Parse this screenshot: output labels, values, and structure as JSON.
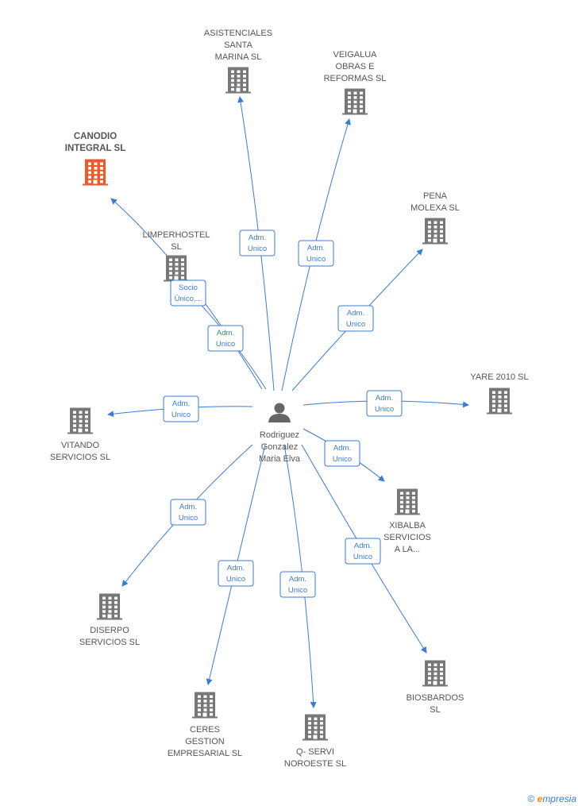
{
  "colors": {
    "edge": "#3a7bd5",
    "node": "#777777",
    "highlight": "#f05a28"
  },
  "center": {
    "lines": [
      "Rodriguez",
      "Gonzalez",
      "Maria Elva"
    ],
    "icon": "person-icon"
  },
  "nodes": [
    {
      "id": "asistenciales",
      "lines": [
        "ASISTENCIALES",
        "SANTA",
        "MARINA SL"
      ],
      "badge": [
        "Adm.",
        "Unico"
      ],
      "highlight": false
    },
    {
      "id": "veigalua",
      "lines": [
        "VEIGALUA",
        "OBRAS E",
        "REFORMAS SL"
      ],
      "badge": [
        "Adm.",
        "Unico"
      ],
      "highlight": false
    },
    {
      "id": "canodio",
      "lines": [
        "CANODIO",
        "INTEGRAL SL"
      ],
      "badge": [
        "Socio",
        "Único,..."
      ],
      "highlight": true
    },
    {
      "id": "limperhostel",
      "lines": [
        "LIMPERHOSTEL",
        "SL"
      ],
      "badge": [
        "Adm.",
        "Unico"
      ],
      "highlight": false
    },
    {
      "id": "pena",
      "lines": [
        "PENA",
        "MOLEXA  SL"
      ],
      "badge": [
        "Adm.",
        "Unico"
      ],
      "highlight": false
    },
    {
      "id": "yare",
      "lines": [
        "YARE 2010 SL"
      ],
      "badge": [
        "Adm.",
        "Unico"
      ],
      "highlight": false
    },
    {
      "id": "vitando",
      "lines": [
        "VITANDO",
        "SERVICIOS SL"
      ],
      "badge": [
        "Adm.",
        "Unico"
      ],
      "highlight": false
    },
    {
      "id": "xibalba",
      "lines": [
        "XIBALBA",
        "SERVICIOS",
        "A LA..."
      ],
      "badge": [
        "Adm.",
        "Unico"
      ],
      "highlight": false
    },
    {
      "id": "diserpo",
      "lines": [
        "DISERPO",
        "SERVICIOS SL"
      ],
      "badge": [
        "Adm.",
        "Unico"
      ],
      "highlight": false
    },
    {
      "id": "ceres",
      "lines": [
        "CERES",
        "GESTION",
        "EMPRESARIAL SL"
      ],
      "badge": [
        "Adm.",
        "Unico"
      ],
      "highlight": false
    },
    {
      "id": "qservi",
      "lines": [
        "Q- SERVI",
        "NOROESTE SL"
      ],
      "badge": [
        "Adm.",
        "Unico"
      ],
      "highlight": false
    },
    {
      "id": "biosbardos",
      "lines": [
        "BIOSBARDOS",
        "SL"
      ],
      "badge": [
        "Adm.",
        "Unico"
      ],
      "highlight": false
    }
  ],
  "footer": {
    "copyright": "©",
    "brand_initial": "e",
    "brand_rest": "mpresia"
  }
}
